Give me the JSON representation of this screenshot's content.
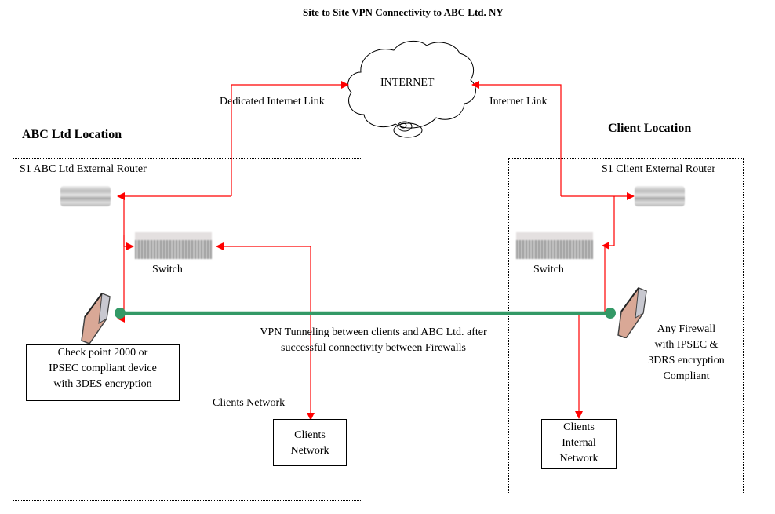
{
  "title": "Site to Site VPN Connectivity to ABC Ltd. NY",
  "internet": {
    "label": "INTERNET",
    "icon": "cloud-icon"
  },
  "links": {
    "left": "Dedicated Internet Link",
    "right": "Internet Link"
  },
  "abc_site": {
    "heading": "ABC Ltd Location",
    "router_label": "S1 ABC Ltd External Router",
    "switch_label": "Switch",
    "firewall_box": [
      "Check point 2000 or",
      "IPSEC compliant device",
      "with 3DES encryption"
    ],
    "clients_network_label": "Clients Network",
    "clients_network_box": [
      "Clients",
      "Network"
    ]
  },
  "client_site": {
    "heading": "Client Location",
    "router_label": "S1 Client External Router",
    "switch_label": "Switch",
    "firewall_label": [
      "Any Firewall",
      "with IPSEC &",
      "3DRS encryption",
      "Compliant"
    ],
    "internal_network_box": [
      "Clients",
      "Internal",
      "Network"
    ]
  },
  "vpn_tunnel": {
    "label": [
      "VPN Tunneling between clients and ABC Ltd. after",
      "successful connectivity between Firewalls"
    ],
    "color": "#339966"
  },
  "colors": {
    "link": "#ff0000",
    "tunnel": "#339966"
  }
}
